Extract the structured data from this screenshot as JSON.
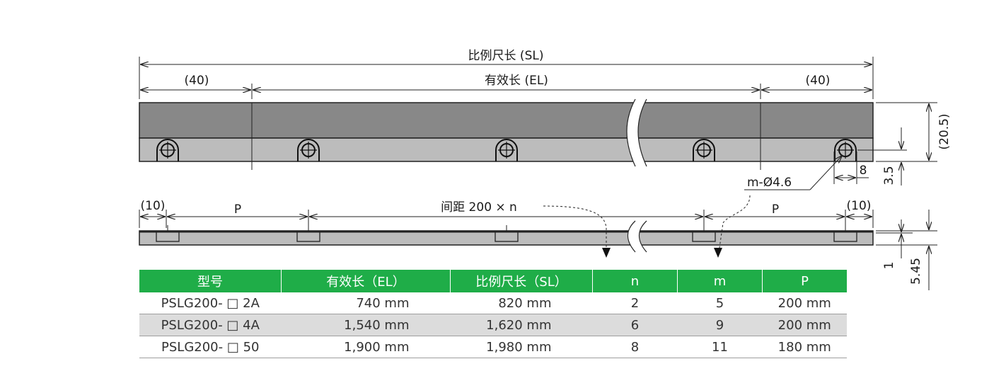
{
  "drawing": {
    "total_length_label": "比例尺长 (SL)",
    "effective_length_label": "有效长 (EL)",
    "end_margin_left": "(40)",
    "end_margin_right": "(40)",
    "height_label": "(20.5)",
    "hole_offset_label": "3.5",
    "hole_edge_label": "8",
    "hole_spec_label": "m-Ø4.6",
    "side_margin_left": "(10)",
    "side_margin_right": "(10)",
    "pitch_left": "P",
    "pitch_right": "P",
    "spacing_label": "间距 200 × n",
    "thickness_label": "5.45",
    "step_label": "1"
  },
  "table": {
    "headers": [
      "型号",
      "有效长（EL）",
      "比例尺长（SL）",
      "n",
      "m",
      "P"
    ],
    "rows": [
      [
        "PSLG200- □ 2A",
        "740 mm",
        "820 mm",
        "2",
        "5",
        "200 mm"
      ],
      [
        "PSLG200- □ 4A",
        "1,540 mm",
        "1,620 mm",
        "6",
        "9",
        "200 mm"
      ],
      [
        "PSLG200- □ 50",
        "1,900 mm",
        "1,980 mm",
        "8",
        "11",
        "180 mm"
      ]
    ]
  },
  "colors": {
    "bar_top": "#888888",
    "bar_bottom": "#bcbcbc",
    "header_green": "#1fad48",
    "stripe": "#dcdcdc"
  }
}
